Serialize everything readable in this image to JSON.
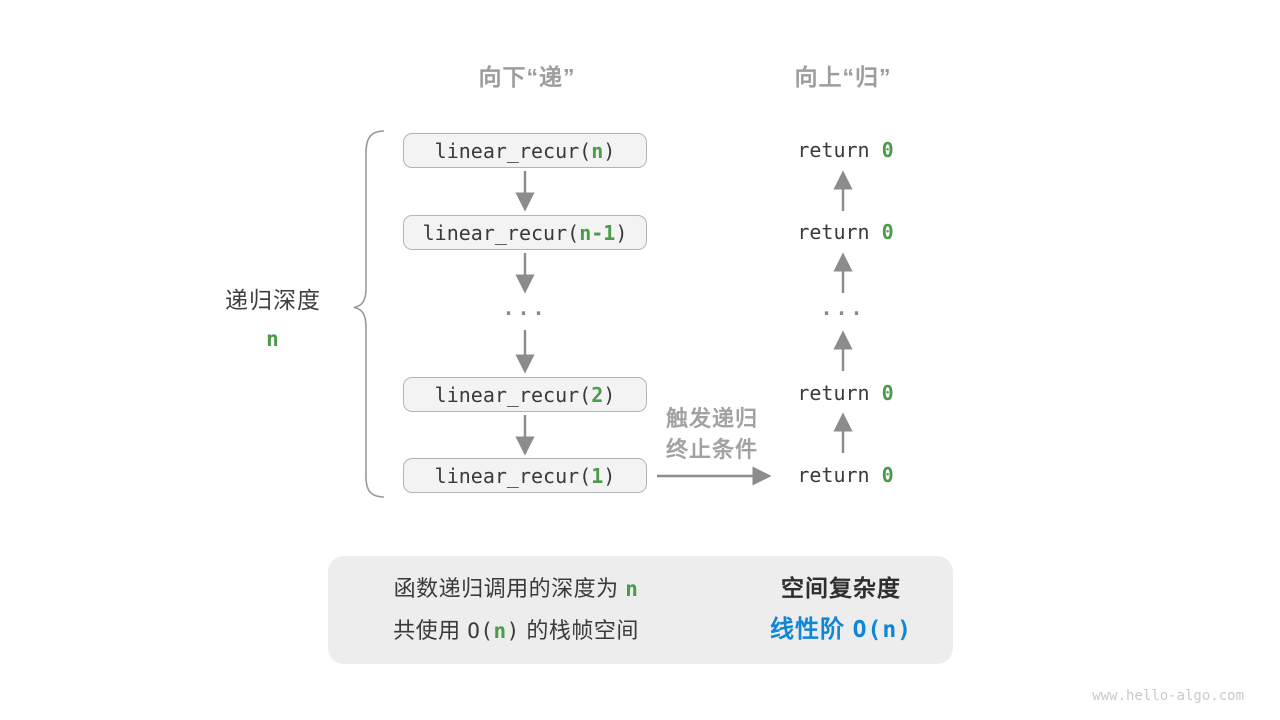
{
  "headers": {
    "down": "向下“递”",
    "up": "向上“归”"
  },
  "depth": {
    "label": "递归深度",
    "value": "n"
  },
  "calls": {
    "items": [
      {
        "pre": "linear_recur(",
        "arg": "n",
        "post": ")"
      },
      {
        "pre": "linear_recur(",
        "arg": "n-1",
        "post": ")"
      },
      {
        "pre": "linear_recur(",
        "arg": "2",
        "post": ")"
      },
      {
        "pre": "linear_recur(",
        "arg": "1",
        "post": ")"
      }
    ],
    "ellipsis": "..."
  },
  "returns": {
    "items": [
      {
        "pre": "return",
        "arg": "0"
      },
      {
        "pre": "return",
        "arg": "0"
      },
      {
        "pre": "return",
        "arg": "0"
      },
      {
        "pre": "return",
        "arg": "0"
      }
    ],
    "ellipsis": "..."
  },
  "base_case": {
    "line1": "触发递归",
    "line2": "终止条件"
  },
  "summary": {
    "line1_pre": "函数递归调用的深度为 ",
    "line1_arg": "n",
    "line2_a": "共使用 ",
    "line2_b": "O(",
    "line2_c": "n",
    "line2_d": ")",
    "line2_e": " 的栈帧空间",
    "result_title": "空间复杂度",
    "result_pre": "线性阶 ",
    "result_code": "O(n)"
  },
  "watermark": {
    "text": "www.hello-algo.com"
  },
  "colors": {
    "accent_green": "#4b9b4b",
    "accent_blue": "#0f86d6",
    "arrow_gray": "#8c8c8c",
    "box_fill": "#f3f3f3",
    "box_border": "#b5b5b5",
    "summary_fill": "#ededed"
  }
}
